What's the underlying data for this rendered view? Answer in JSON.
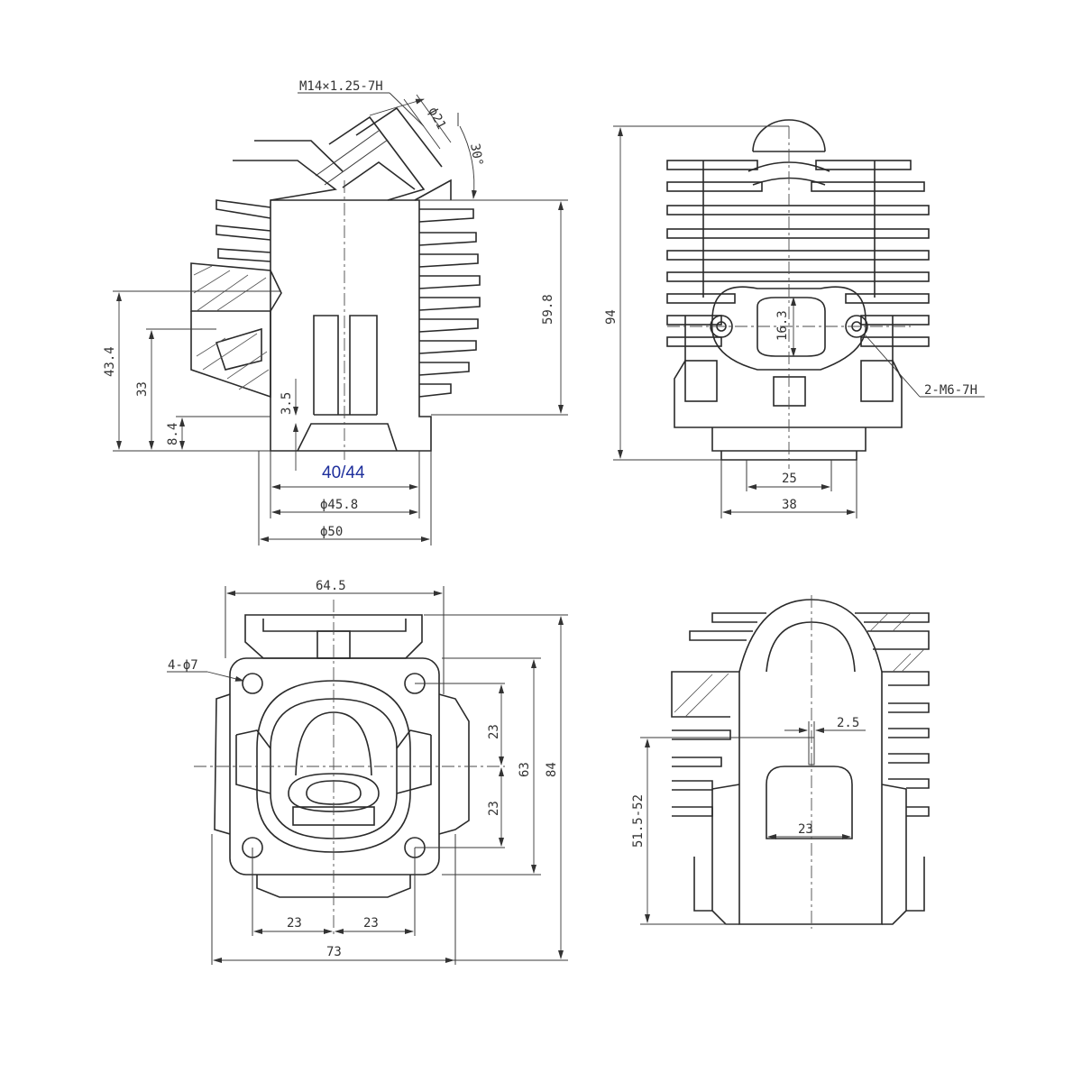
{
  "colors": {
    "line": "#2a2a2a",
    "text": "#333333",
    "accent": "#1e2f9c",
    "background": "#ffffff"
  },
  "front_view": {
    "thread_label": "M14×1.25-7H",
    "spark_dia": "ϕ21",
    "angle": "30°",
    "height": "59.8",
    "port_top": "43.4",
    "port_mid": "33",
    "port_low": "8.4",
    "port_small": "3.5",
    "bore": "40/44",
    "outer_dia_1": "ϕ45.8",
    "outer_dia_2": "ϕ50"
  },
  "side_view": {
    "total_height": "94",
    "flange_height": "16.3",
    "thread_callout": "2-M6-7H",
    "width_small": "25",
    "width_large": "38"
  },
  "bottom_view": {
    "width_top": "64.5",
    "hole_callout": "4-ϕ7",
    "v_half_1": "23",
    "v_half_2": "23",
    "v_63": "63",
    "v_84": "84",
    "h_half_1": "23",
    "h_half_2": "23",
    "width_bottom": "73"
  },
  "section_view": {
    "gap": "2.5",
    "height_range": "51.5-52",
    "port_width": "23"
  }
}
